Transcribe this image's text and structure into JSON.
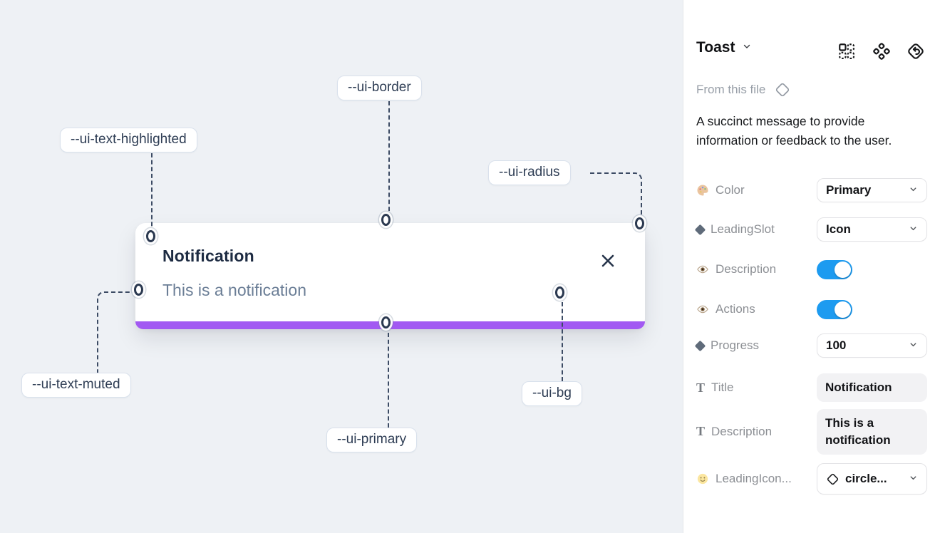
{
  "canvas": {
    "toast": {
      "title": "Notification",
      "description": "This is a notification"
    },
    "css_vars": {
      "border": "--ui-border",
      "text_highlighted": "--ui-text-highlighted",
      "radius": "--ui-radius",
      "text_muted": "--ui-text-muted",
      "primary": "--ui-primary",
      "bg": "--ui-bg"
    },
    "colors": {
      "toast_primary_bar": "#a259f2",
      "canvas_bg": "#eef1f5"
    }
  },
  "panel": {
    "title": "Toast",
    "source_label": "From this file",
    "description_lines": [
      "A succinct message to provide",
      "information or feedback to the user."
    ],
    "icons": {
      "header": [
        "dashed-grid-icon",
        "four-diamonds-icon",
        "diamond-undo-icon"
      ],
      "text_glyph": "T"
    },
    "props": {
      "color": {
        "label": "Color",
        "value": "Primary"
      },
      "leading_slot": {
        "label": "LeadingSlot",
        "value": "Icon"
      },
      "description_toggle": {
        "label": "Description",
        "state": "on"
      },
      "actions_toggle": {
        "label": "Actions",
        "state": "on"
      },
      "progress": {
        "label": "Progress",
        "value": "100"
      },
      "title_field": {
        "label": "Title",
        "value": "Notification"
      },
      "description_field": {
        "label": "Description",
        "value": "This is a notification"
      },
      "leading_icon": {
        "label": "LeadingIcon...",
        "value": "circle..."
      }
    },
    "colors": {
      "toggle_on": "#1d9bf0"
    }
  }
}
